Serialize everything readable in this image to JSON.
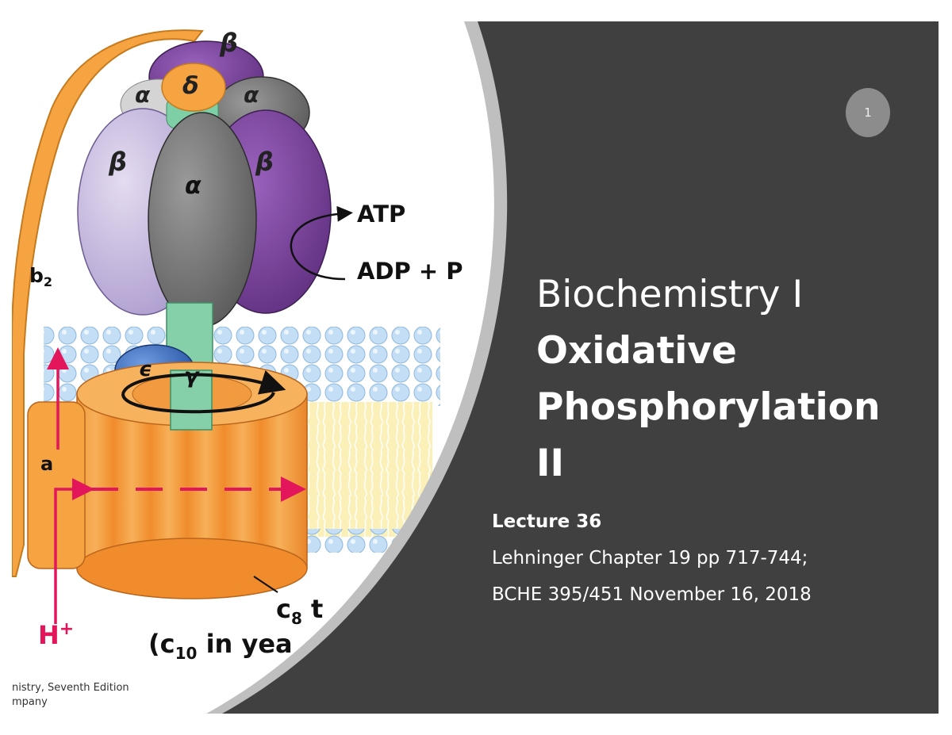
{
  "slide": {
    "page_number": "1",
    "title": {
      "line1": "Biochemistry I",
      "line2": "Oxidative",
      "line3": "Phosphorylation",
      "line4": "II"
    },
    "subtitle": {
      "lecture": "Lecture 36",
      "reading": "Lehninger Chapter 19 pp 717-744;",
      "course_date": "BCHE 395/451 November 16, 2018"
    }
  },
  "figure": {
    "labels": {
      "beta_top": "β",
      "delta": "δ",
      "alpha_left": "α",
      "alpha_right": "α",
      "beta_left": "β",
      "beta_right": "β",
      "alpha_center": "α",
      "atp": "ATP",
      "adp": "ADP + P",
      "b2": "b",
      "b2_sub": "2",
      "epsilon": "ϵ",
      "gamma": "γ",
      "a_subunit": "a",
      "hplus": "H",
      "hplus_sup": "+",
      "c8": "c",
      "c8_sub": "8",
      "c8_tail": " t",
      "c10_open": "(c",
      "c10_sub": "10",
      "c10_tail": " in yea"
    },
    "credit_line1": "nistry, Seventh Edition",
    "credit_line2": "mpany"
  },
  "colors": {
    "dark_panel": "#404040",
    "panel_edge": "#bfbfbf",
    "orange": "#f6a341",
    "purple_dark": "#6e3a8e",
    "purple_light": "#c2b3dd",
    "gray_alpha": "#6b6b6b",
    "teal_stalk": "#85cfa9",
    "epsilon_blue": "#2e62b8",
    "proton_pink": "#e3165b",
    "membrane_blue": "#bfdcf4"
  }
}
